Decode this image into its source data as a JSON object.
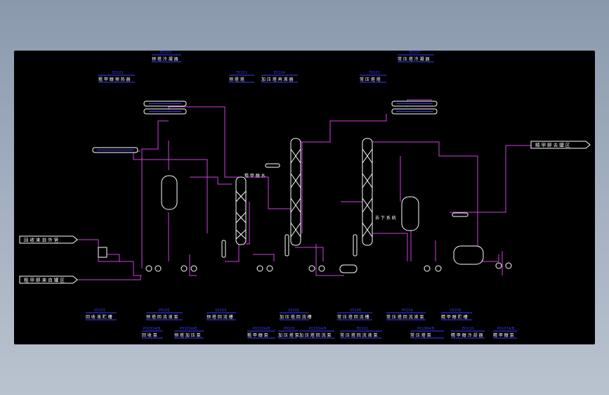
{
  "diagram": {
    "title": "",
    "colors": {
      "background": "#000000",
      "pipe_magenta": "#d040e0",
      "equipment_white": "#ffffff",
      "tag_blue": "#3a3aff",
      "label_white": "#ffffff"
    },
    "io_terminals": [
      {
        "id": "in1",
        "text": "回 收 来 自 外 管"
      },
      {
        "id": "in2",
        "text": "粗 甲 醇 来 自 罐 区"
      },
      {
        "id": "out1",
        "text": "精 甲 醇 去 罐 区"
      }
    ],
    "top_labels": [
      {
        "id": "t1",
        "tag": "E0103",
        "text": "预 塔 冷 凝 器"
      },
      {
        "id": "t2",
        "tag": "E0101",
        "text": "粗 甲 醇 预 热 器"
      },
      {
        "id": "t3",
        "tag": "T0101",
        "text": "预 塔 塔"
      },
      {
        "id": "t4",
        "tag": "E0104",
        "text": "加 压 塔 再 沸 器"
      },
      {
        "id": "t5",
        "tag": "E0107",
        "text": "常 压 塔 冷 凝 器"
      },
      {
        "id": "t6",
        "tag": "T0103",
        "text": "常 压 塔 塔"
      }
    ],
    "bottom_labels_row1": [
      {
        "id": "b1",
        "tag": "V0101",
        "text": "回 收 液 贮 槽"
      },
      {
        "id": "b2",
        "tag": "P0102",
        "text": "预 塔 回 流 液 泵"
      },
      {
        "id": "b3",
        "tag": "V0103",
        "text": "预 塔 回 流 槽"
      },
      {
        "id": "b4",
        "tag": "V0105",
        "text": "加 压 塔 回 流 槽"
      },
      {
        "id": "b5",
        "tag": "V0106",
        "text": "常 压 塔 回 流 槽"
      },
      {
        "id": "b6",
        "tag": "P0104",
        "text": "常 压 塔 回 流 液 泵"
      },
      {
        "id": "b7",
        "tag": "V0108",
        "text": "精 甲 醇 贮 槽"
      }
    ],
    "bottom_labels_row2": [
      {
        "id": "c1",
        "tag": "P0101A/B",
        "text": "回 收 泵"
      },
      {
        "id": "c2",
        "tag": "P0103A/B",
        "text": "预 塔 加 压 泵"
      },
      {
        "id": "c3",
        "tag": "P0102A/B",
        "text": "粗 甲 醇 泵"
      },
      {
        "id": "c4",
        "tag": "P0103",
        "text": "加 压 塔 泵"
      },
      {
        "id": "c5",
        "tag": "P0105A/B",
        "text": "加 压 塔 回 流 泵"
      },
      {
        "id": "c6",
        "tag": "E0102",
        "text": "常 压 塔 回 流 液 泵"
      },
      {
        "id": "c7",
        "tag": "P0106A/B",
        "text": "常 压 塔 泵"
      },
      {
        "id": "c8",
        "tag": "E0110",
        "text": "精 甲 醇 冷 却 器"
      },
      {
        "id": "c9",
        "tag": "P0107A/B",
        "text": "精 甲 醇 泵"
      }
    ],
    "inline_labels": [
      {
        "id": "i1",
        "text": "粗 甲 醇 水"
      },
      {
        "id": "i2",
        "text": "去 下 系 统"
      }
    ]
  }
}
